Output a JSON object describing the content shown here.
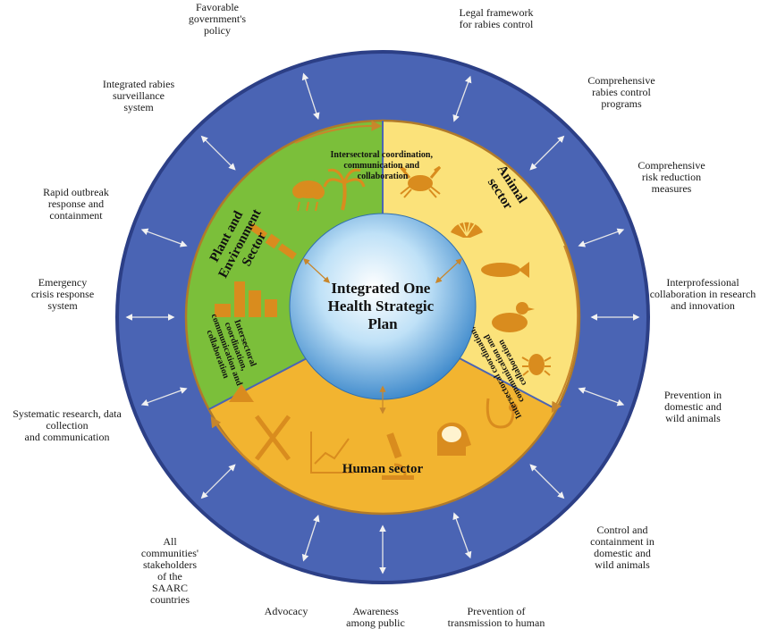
{
  "center": {
    "lines": [
      "Integrated One",
      "Health Strategic",
      "Plan"
    ]
  },
  "sectors": {
    "plant": {
      "lines": [
        "Plant and",
        "Environment",
        "Sector"
      ],
      "color": "#7bbf3a"
    },
    "animal": {
      "lines": [
        "Animal",
        "sector"
      ],
      "color": "#fbe27a"
    },
    "human": {
      "title": "Human sector",
      "color": "#f2b430"
    }
  },
  "coordination": {
    "top": [
      "Intersectoral coordination,",
      "communication and",
      "collaboration"
    ],
    "left": [
      "Intersectoral",
      "coordination,",
      "communication and",
      "collaboration"
    ],
    "right": [
      "Intersectoral coordination,",
      "communication and",
      "collaboration"
    ]
  },
  "outer_labels": [
    {
      "id": "favorable-policy",
      "text": "Favorable\ngovernment's\npolicy"
    },
    {
      "id": "legal-framework",
      "text": "Legal framework\nfor rabies control"
    },
    {
      "id": "surveillance",
      "text": "Integrated rabies\nsurveillance\nsystem"
    },
    {
      "id": "control-programs",
      "text": "Comprehensive\nrabies control\nprograms"
    },
    {
      "id": "outbreak-response",
      "text": "Rapid outbreak\nresponse and\ncontainment"
    },
    {
      "id": "risk-reduction",
      "text": "Comprehensive\nrisk reduction\nmeasures"
    },
    {
      "id": "emergency-response",
      "text": "Emergency\ncrisis response\nsystem"
    },
    {
      "id": "interprofessional",
      "text": "Interprofessional\ncollaboration in research\nand innovation"
    },
    {
      "id": "systematic-research",
      "text": "Systematic research, data\ncollection\nand communication"
    },
    {
      "id": "prevention-animals",
      "text": "Prevention in\ndomestic and\nwild animals"
    },
    {
      "id": "stakeholders",
      "text": "All\ncommunities'\nstakeholders\nof the\nSAARC\ncountries"
    },
    {
      "id": "control-containment",
      "text": "Control and\ncontainment in\ndomestic and\nwild animals"
    },
    {
      "id": "advocacy",
      "text": "Advocacy"
    },
    {
      "id": "awareness",
      "text": "Awareness\namong public"
    },
    {
      "id": "prevention-human",
      "text": "Prevention of\ntransmission to human"
    }
  ],
  "colors": {
    "outer_ring": "#4a64b4",
    "outer_ring_edge": "#2c3f86",
    "inner_border": "#b07a2a",
    "center_fill": "#4a9fdc",
    "icon_color": "#d98c1e"
  },
  "icons": [
    "crab-icon",
    "cloud-rain-icon",
    "palm-tree-icon",
    "satellite-icon",
    "factory-icon",
    "shell-icon",
    "fish-icon",
    "duck-icon",
    "beetle-icon",
    "stethoscope-icon",
    "brain-head-icon",
    "microscope-icon",
    "chart-icon",
    "fork-knife-icon",
    "mountain-icon"
  ]
}
